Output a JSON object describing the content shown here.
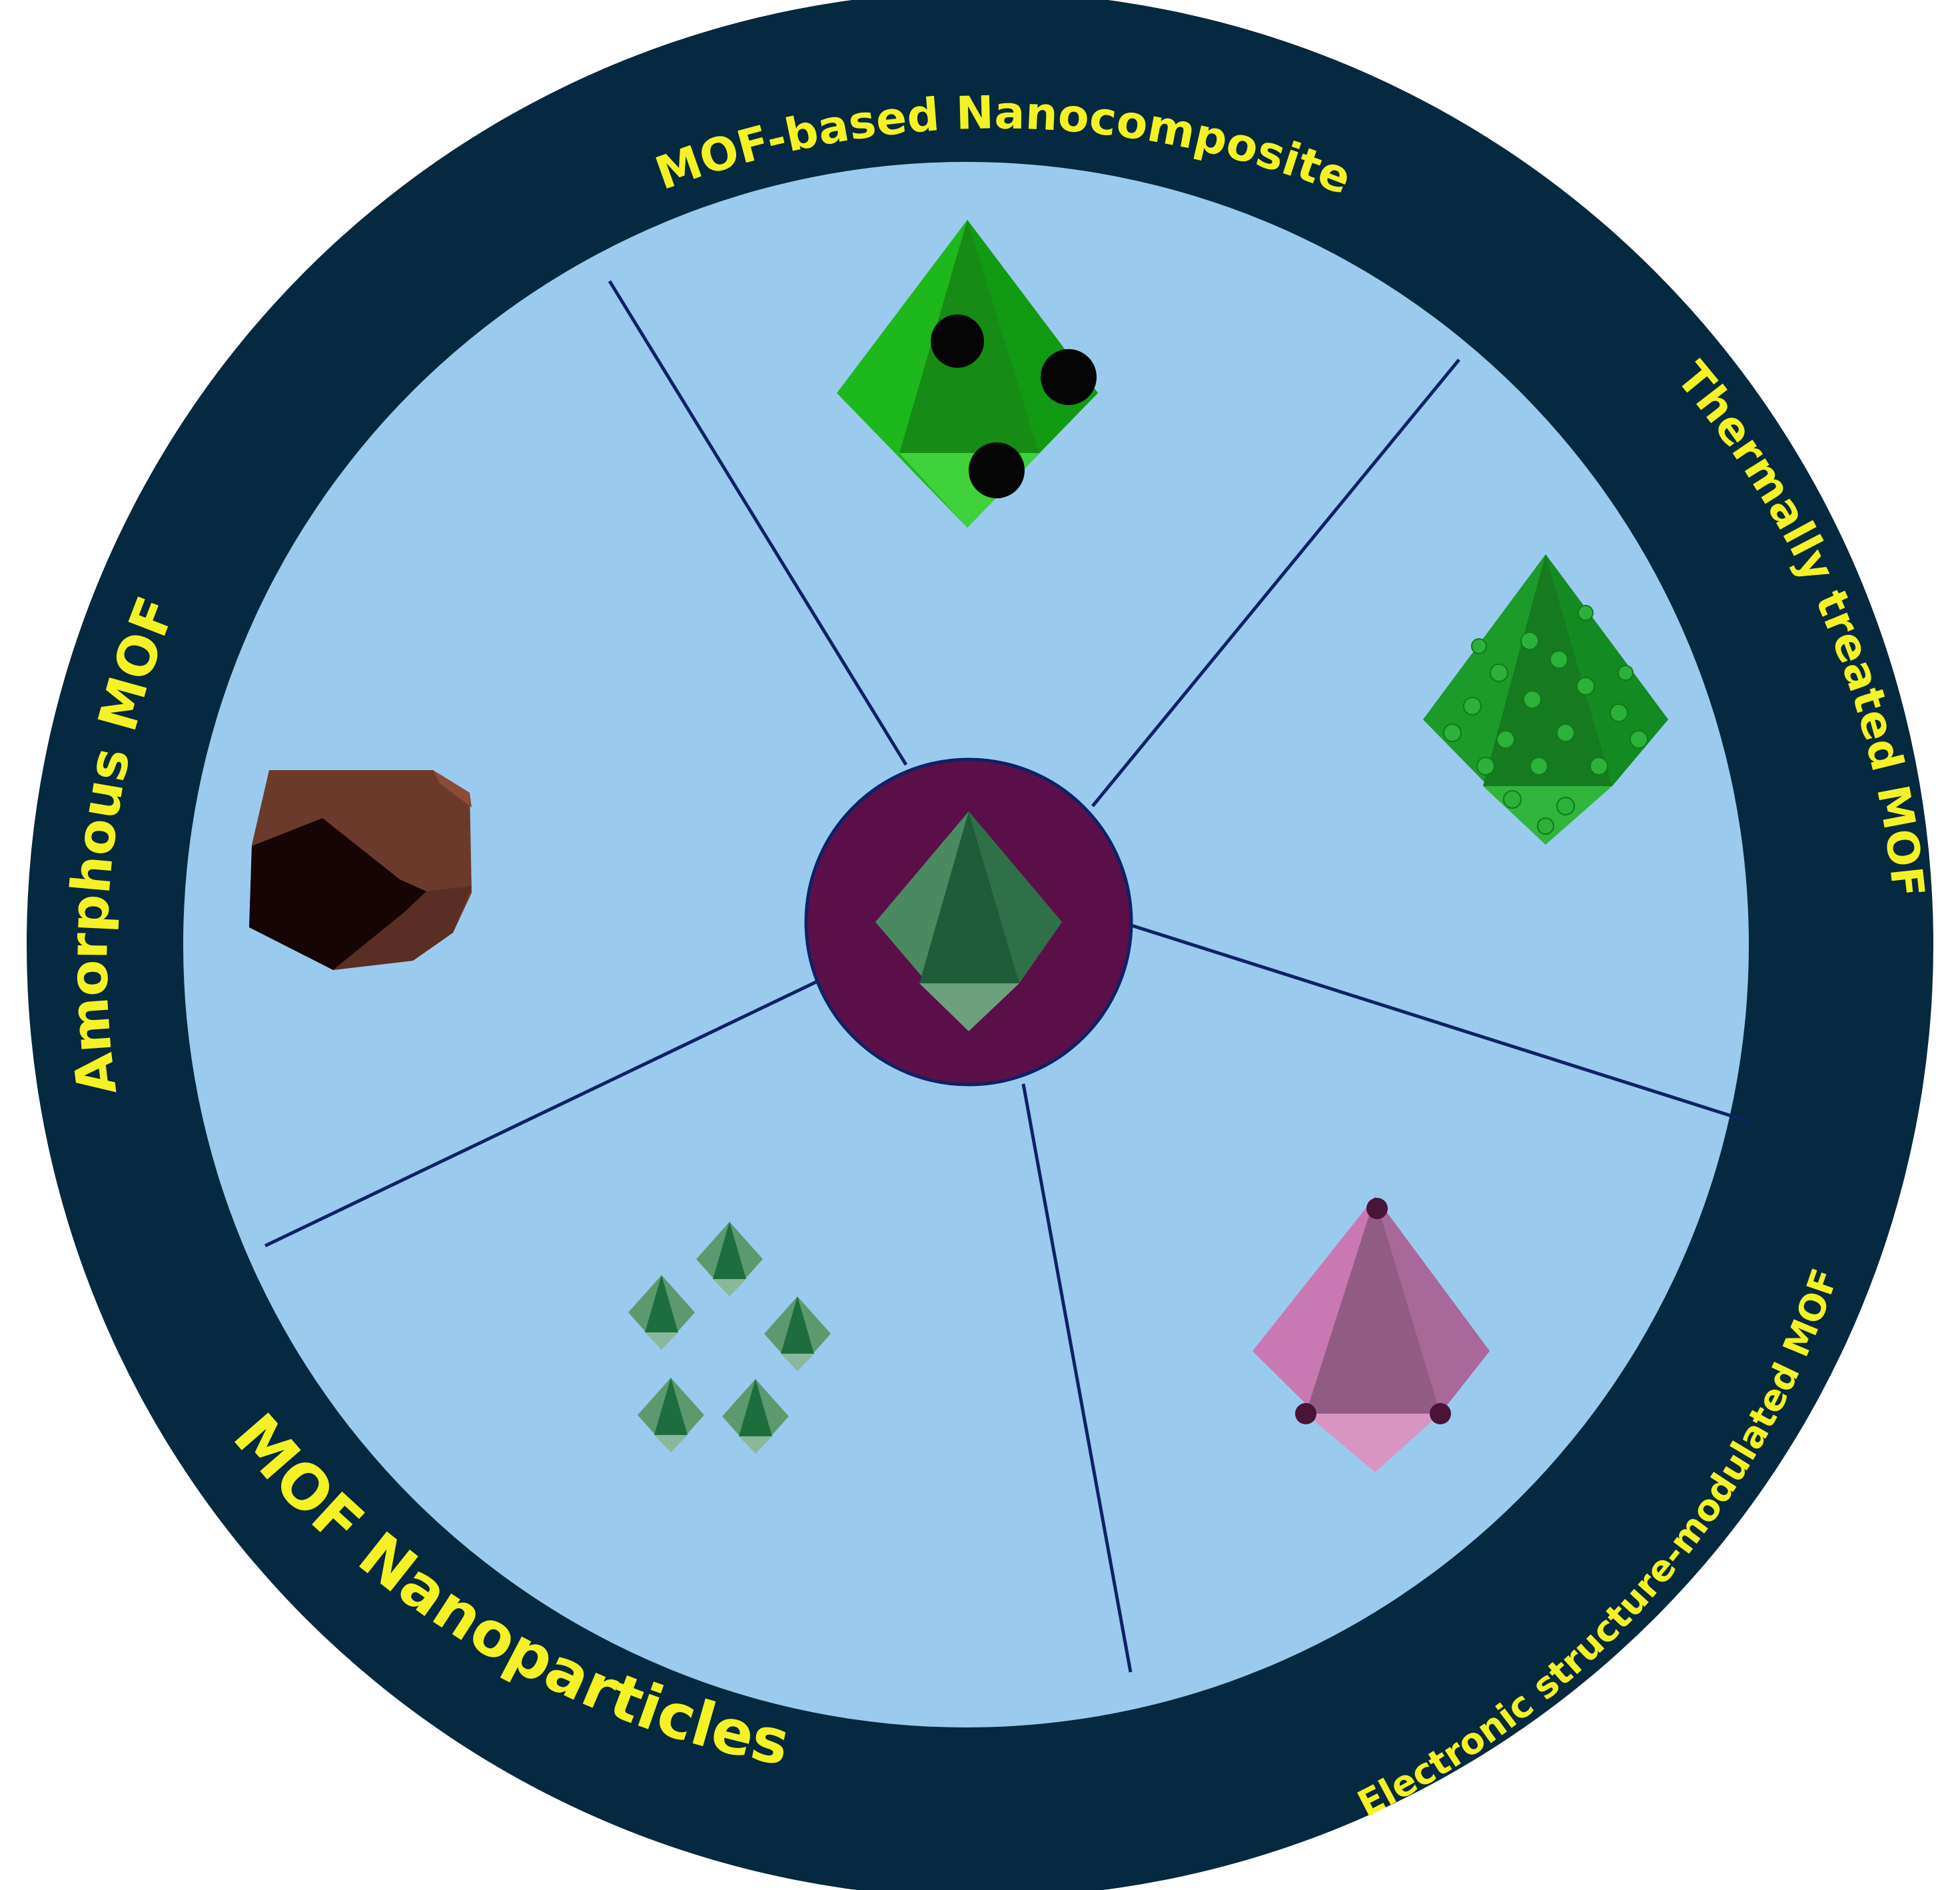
{
  "colors": {
    "ring": "#052940",
    "inner": "#9acbee",
    "divider": "#0f2166",
    "hub": "#5b0f49",
    "label": "#f4f224"
  },
  "labels": {
    "top": "MOF-based Nanocomposite",
    "right": "Thermally treated MOF",
    "bottom_right": "Electronic structure-modulated MOF",
    "bottom_left": "MOF Nanoparticles",
    "left": "Amorphous MOF"
  },
  "icons": {
    "center": "green-octahedron-icon",
    "top": "green-octahedron-with-black-spheres-icon",
    "right": "green-octahedron-with-bumps-icon",
    "bottom_right": "pink-octahedron-with-dots-icon",
    "bottom_left": "small-green-octahedra-cluster-icon",
    "left": "brown-amorphous-particle-icon"
  }
}
